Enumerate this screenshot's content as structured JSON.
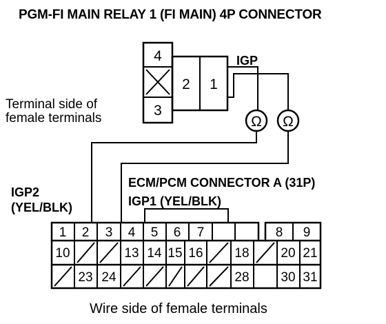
{
  "title": "PGM-FI MAIN RELAY 1 (FI MAIN) 4P CONNECTOR",
  "labels": {
    "terminal_side_line1": "Terminal side of",
    "terminal_side_line2": "female terminals",
    "igp": "IGP",
    "ecm_connector": "ECM/PCM CONNECTOR A (31P)",
    "igp1": "IGP1 (YEL/BLK)",
    "igp2_line1": "IGP2",
    "igp2_line2": "(YEL/BLK)",
    "wire_side": "Wire side of female terminals",
    "ohm_symbol": "Ω"
  },
  "relay_connector": {
    "pins": [
      "4",
      "",
      "3",
      "2",
      "1"
    ]
  },
  "ecm_connector": {
    "row1": [
      "1",
      "2",
      "3",
      "4",
      "5",
      "6",
      "7",
      "8",
      "9"
    ],
    "row2": [
      "10",
      "13",
      "14",
      "15",
      "16",
      "18",
      "20",
      "21"
    ],
    "row3": [
      "23",
      "24",
      "28",
      "30",
      "31"
    ]
  }
}
